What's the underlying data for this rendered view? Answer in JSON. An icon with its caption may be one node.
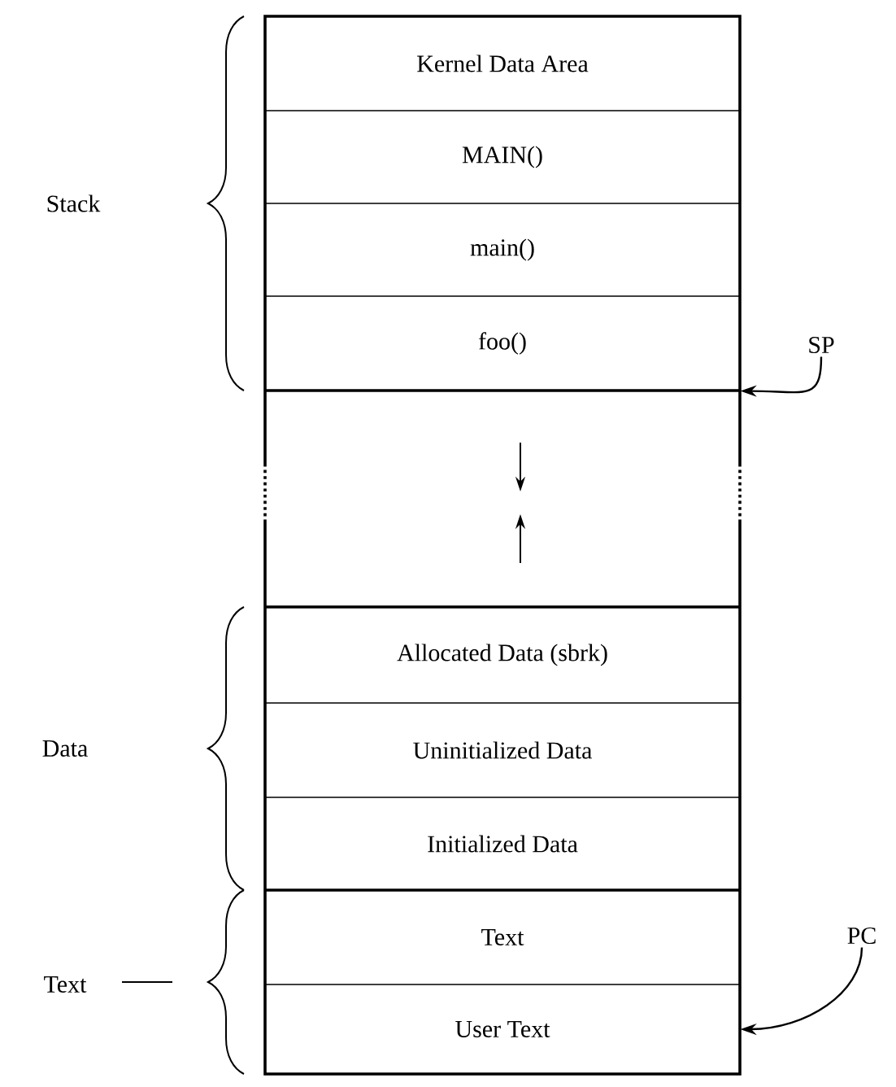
{
  "diagram": {
    "nodes": [
      {
        "text": [
          "Kernel Data Area"
        ]
      },
      {
        "text": [
          "MAIN()"
        ]
      },
      {
        "text": [
          "main()"
        ]
      },
      {
        "text": [
          "foo()"
        ]
      },
      {
        "text": [
          "Allocated Data (sbrk)"
        ]
      },
      {
        "text": [
          "Uninitialized Data"
        ]
      },
      {
        "text": [
          "Initialized Data"
        ]
      },
      {
        "text": [
          "Text"
        ]
      },
      {
        "text": [
          "User Text"
        ]
      },
      {
        "text": [
          "SP"
        ]
      },
      {
        "text": [
          "PC"
        ]
      }
    ],
    "edges": [
      {
        "from": 9,
        "to": 3,
        "arrow": "to"
      },
      {
        "from": 10,
        "to": 8,
        "arrow": "to"
      }
    ],
    "labels": [
      "Stack",
      "Data",
      "Text"
    ]
  }
}
